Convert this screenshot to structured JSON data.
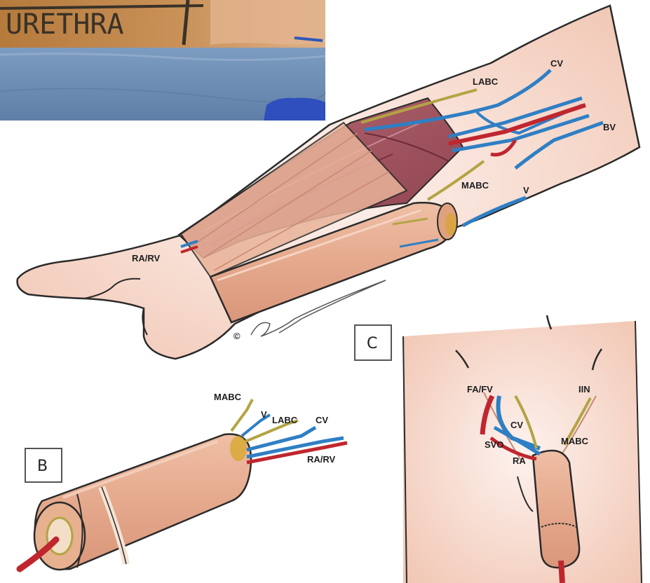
{
  "photo": {
    "handwritten_text": "URETHRA"
  },
  "panel_a": {
    "labels": {
      "labc": "LABC",
      "cv": "CV",
      "bv": "BV",
      "mabc": "MABC",
      "v": "V",
      "ra_rv": "RA/RV"
    },
    "copyright": "©"
  },
  "panel_b": {
    "letter": "B",
    "labels": {
      "mabc": "MABC",
      "v": "V",
      "labc": "LABC",
      "cv": "CV",
      "ra_rv": "RA/RV"
    }
  },
  "panel_c": {
    "letter": "C",
    "labels": {
      "fa_fv": "FA/FV",
      "iin": "IIN",
      "cv": "CV",
      "svo": "SVO",
      "mabc": "MABC",
      "ra": "RA"
    }
  },
  "colors": {
    "artery": "#c0262e",
    "vein": "#2f7fc4",
    "nerve": "#b3a444",
    "skin": "#f1c6b3",
    "flap": "#e6ab8f",
    "muscle": "#9b4a57",
    "drape": "#6f8fb6",
    "outline": "#2a2a2a"
  }
}
